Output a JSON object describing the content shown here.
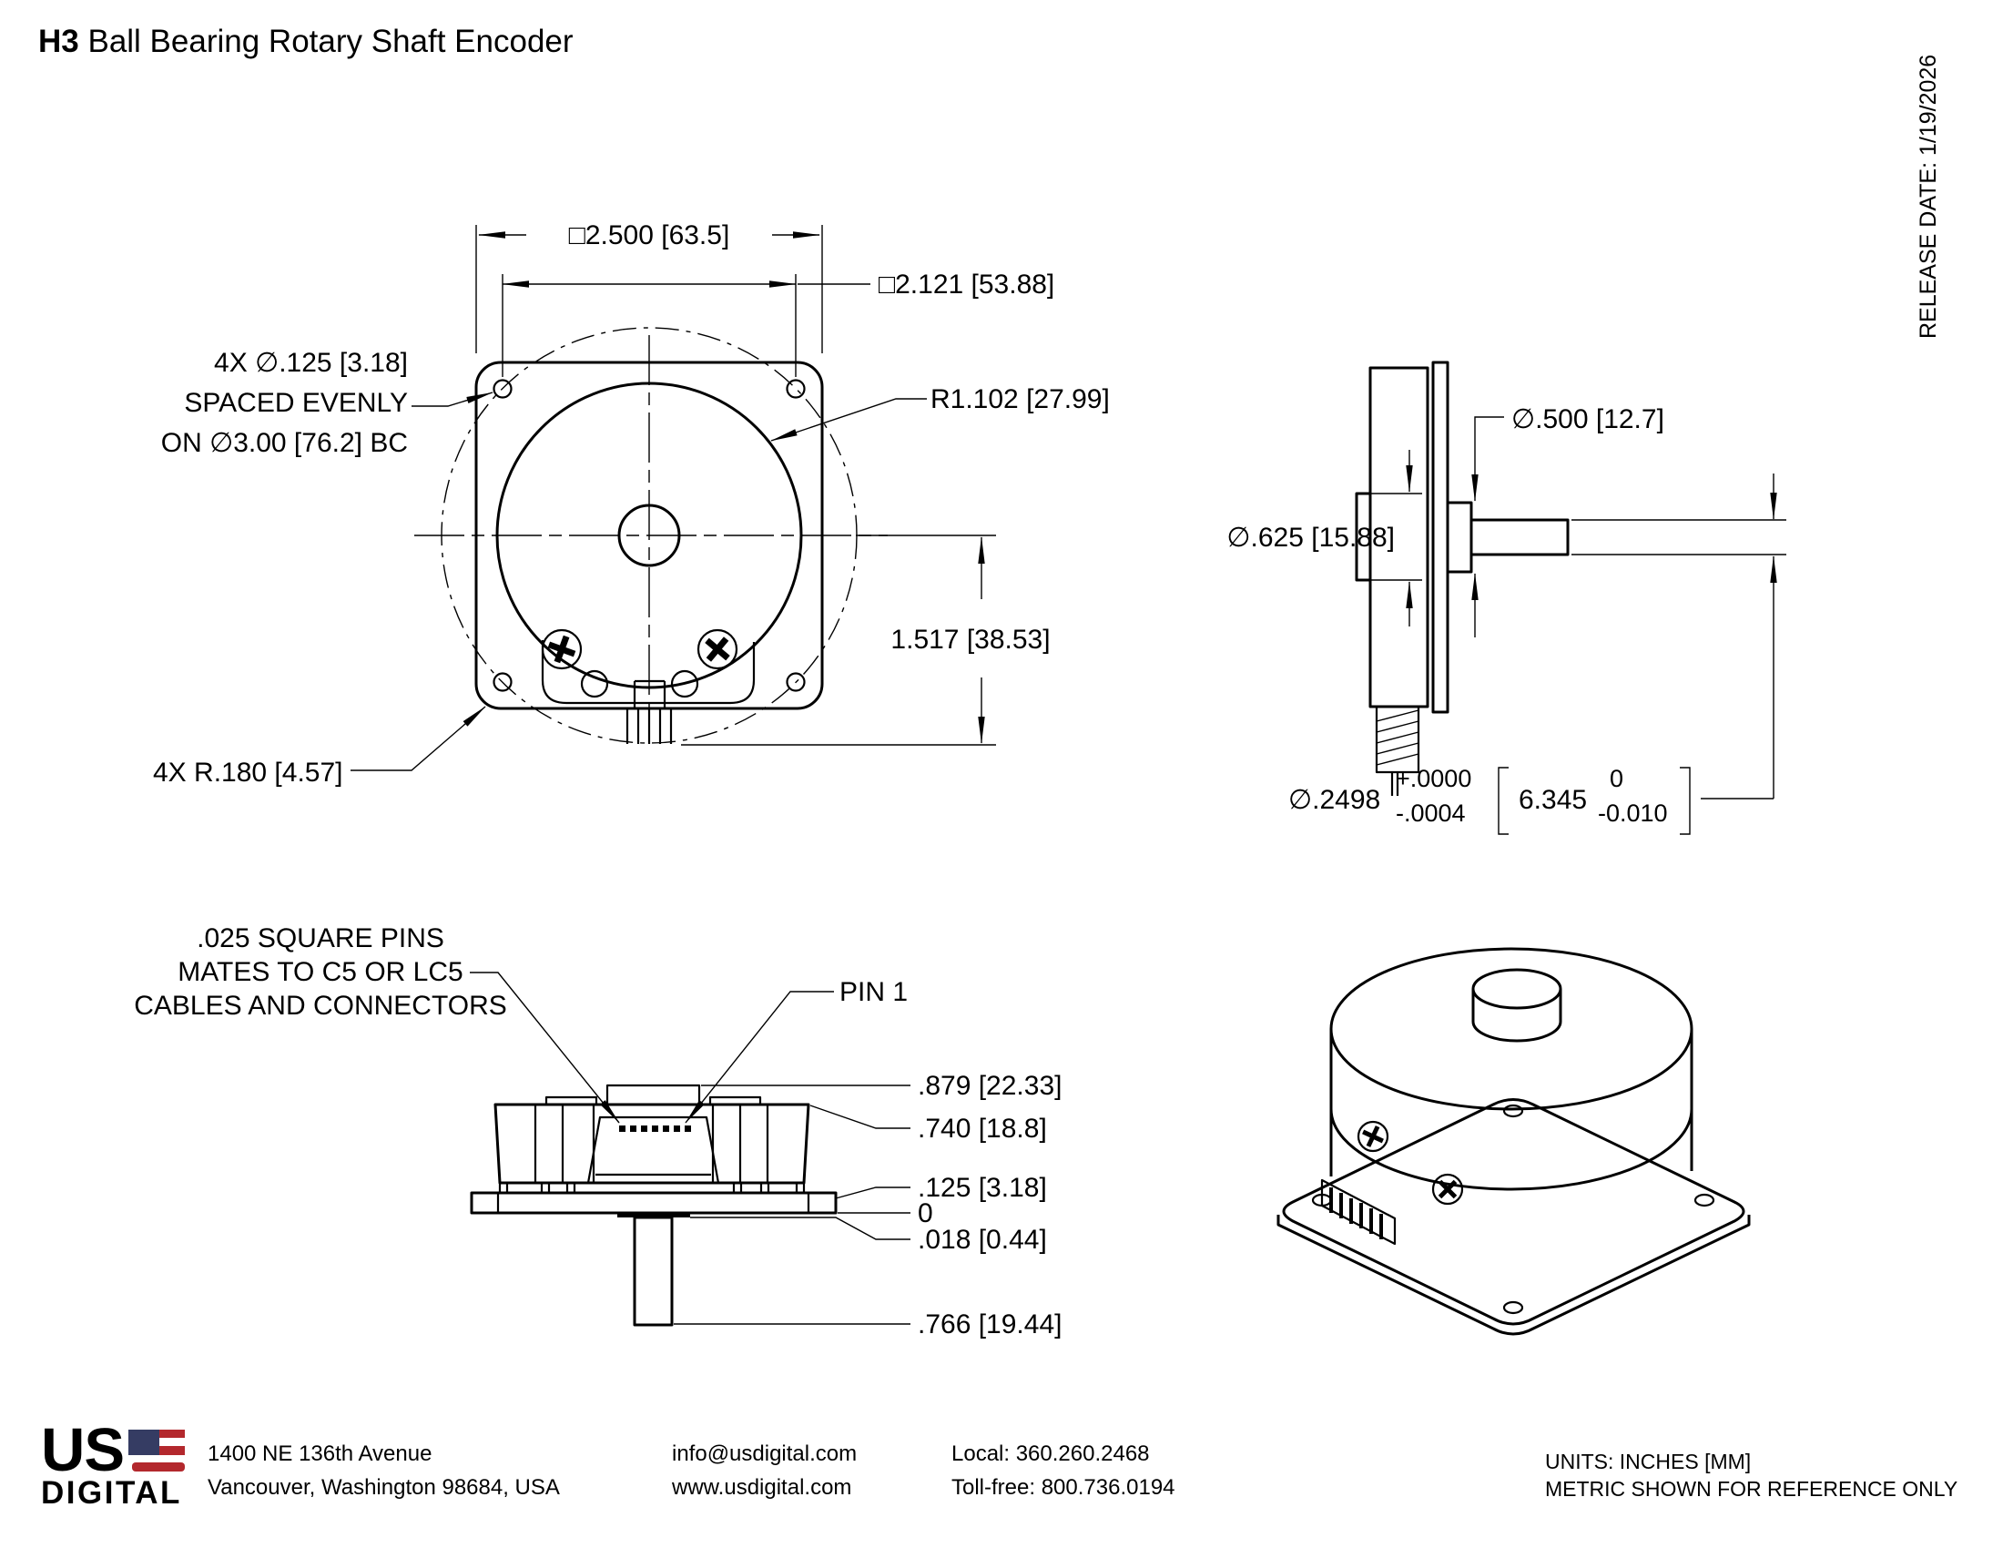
{
  "page": {
    "title_model": "H3",
    "title_rest": " Ball Bearing Rotary Shaft Encoder",
    "release_date": "RELEASE DATE: 1/19/2026"
  },
  "front_view": {
    "dim_outer_square": "□2.500 [63.5]",
    "dim_bolt_spacing": "□2.121 [53.88]",
    "note_holes_line1": "4X ∅.125 [3.18]",
    "note_holes_line2": "SPACED EVENLY",
    "note_holes_line3": "ON ∅3.00 [76.2] BC",
    "dim_radius": "R1.102 [27.99]",
    "dim_center_to_pins": "1.517 [38.53]",
    "note_corner_radius": "4X R.180 [4.57]"
  },
  "side_view": {
    "dim_shaft_dia": "∅.500 [12.7]",
    "dim_boss_dia": "∅.625 [15.88]",
    "dim_bearing_dia": "∅.2498",
    "dim_bearing_tol_plus": "+.0000",
    "dim_bearing_tol_minus": "-.0004",
    "dim_bearing_metric": "6.345",
    "dim_bearing_metric_tol_plus": "0",
    "dim_bearing_metric_tol_minus": "-0.010"
  },
  "bottom_view": {
    "note_pins_line1": ".025 SQUARE PINS",
    "note_pins_line2": "MATES TO C5 OR LC5",
    "note_pins_line3": "CABLES AND CONNECTORS",
    "label_pin1": "PIN 1",
    "dim_height_total": ".879 [22.33]",
    "dim_height_body": ".740 [18.8]",
    "dim_base_thickness": ".125 [3.18]",
    "dim_datum_zero": "0",
    "dim_boss_height": ".018 [0.44]",
    "dim_shaft_length": ".766 [19.44]"
  },
  "footer": {
    "logo_us": "US",
    "logo_digital": "DIGITAL",
    "address_line1": "1400 NE 136th Avenue",
    "address_line2": "Vancouver, Washington 98684, USA",
    "email": "info@usdigital.com",
    "website": "www.usdigital.com",
    "phone_local": "Local: 360.260.2468",
    "phone_tollfree": "Toll-free: 800.736.0194",
    "units_line1": "UNITS: INCHES [MM]",
    "units_line2": "METRIC SHOWN FOR REFERENCE ONLY"
  },
  "colors": {
    "line": "#000000",
    "paper": "#ffffff",
    "flag_blue": "#353c63",
    "flag_red": "#b3282d"
  }
}
